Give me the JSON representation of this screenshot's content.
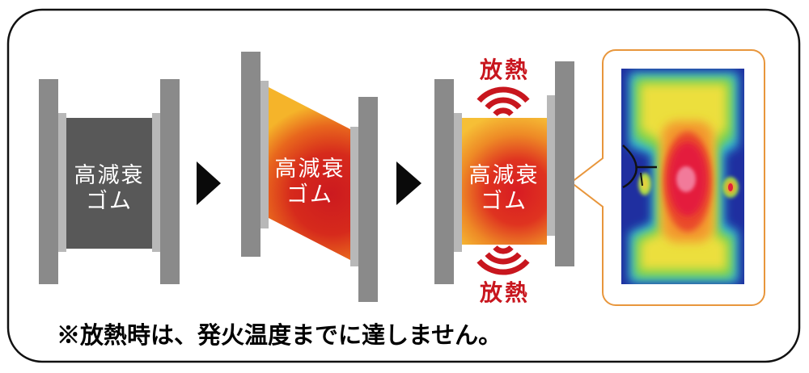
{
  "stages": [
    {
      "label_line1": "高減衰",
      "label_line2": "ゴム"
    },
    {
      "label_line1": "高減衰",
      "label_line2": "ゴム"
    },
    {
      "label_line1": "高減衰",
      "label_line2": "ゴム"
    }
  ],
  "heat": {
    "top_label": "放熱",
    "bottom_label": "放熱"
  },
  "footnote": "※放熱時は、発火温度までに達しません。",
  "icons": {
    "stage_arrow": "triangle-right-icon",
    "heat_waves": "heat-wave-icon"
  },
  "colors": {
    "heat": "#c8161e",
    "callout": "#e8963c",
    "plate": "#8a8a8a",
    "plate_inner": "#b8b8b8",
    "rubber": "#585858",
    "frame": "#111111",
    "thermal_bg": "#1f2fa0"
  }
}
